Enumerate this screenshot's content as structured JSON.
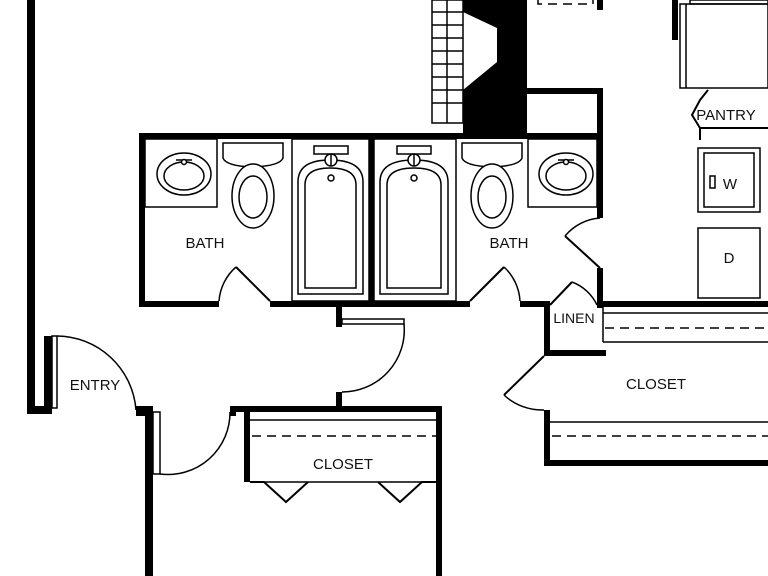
{
  "rooms": {
    "bath_left": "BATH",
    "bath_right": "BATH",
    "entry": "ENTRY",
    "closet_right": "CLOSET",
    "closet_bottom": "CLOSET",
    "linen": "LINEN",
    "pantry": "PANTRY"
  },
  "appliances": {
    "washer": "W",
    "dryer": "D"
  },
  "colors": {
    "wall": "#000000",
    "background": "#ffffff"
  }
}
